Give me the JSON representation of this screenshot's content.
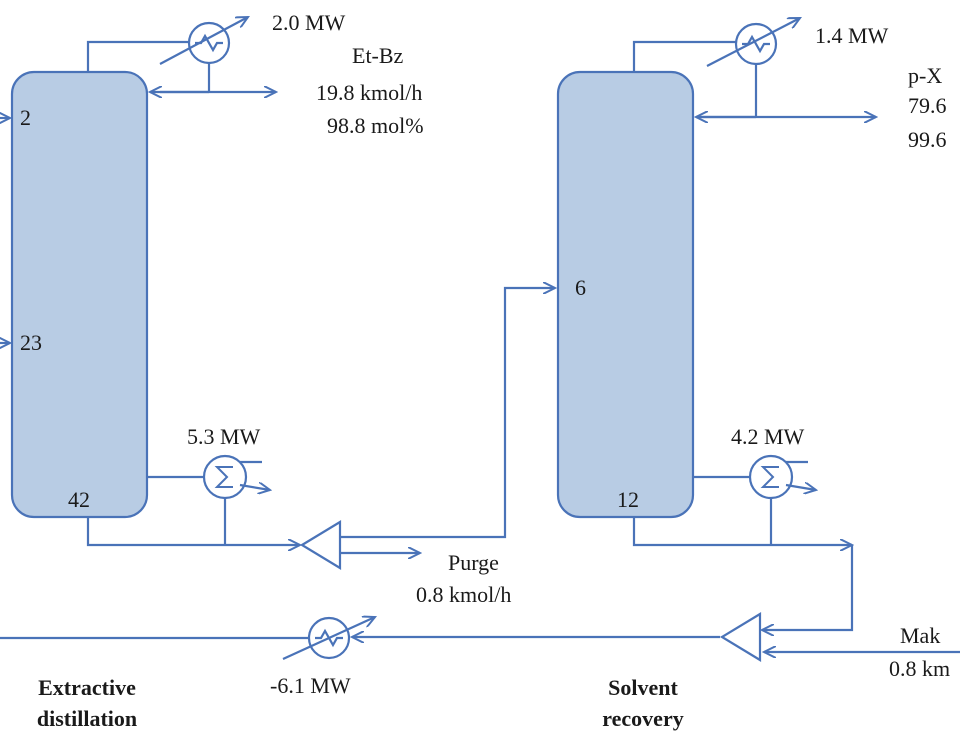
{
  "colors": {
    "stroke": "#4a73b8",
    "column_fill": "#b8cce4",
    "text": "#1a1a1a"
  },
  "column1": {
    "stage_top": "2",
    "stage_mid": "23",
    "stage_bottom": "42",
    "condenser_duty": "2.0 MW",
    "reboiler_duty": "5.3 MW",
    "section_label_line1": "Extractive",
    "section_label_line2": "distillation"
  },
  "distillate1": {
    "name": "Et-Bz",
    "flow": "19.8 kmol/h",
    "purity": "98.8 mol%"
  },
  "column2": {
    "stage_feed": "6",
    "stage_bottom": "12",
    "condenser_duty": "1.4 MW",
    "reboiler_duty": "4.2 MW",
    "section_label_line1": "Solvent",
    "section_label_line2": "recovery"
  },
  "distillate2": {
    "name": "p-X",
    "flow": "79.6",
    "purity": "99.6"
  },
  "purge": {
    "label": "Purge",
    "flow": "0.8 kmol/h"
  },
  "makeup": {
    "label": "Mak",
    "flow": "0.8 km"
  },
  "cooler": {
    "duty": "-6.1 MW"
  },
  "icons": [
    "heat-exchanger-icon",
    "reboiler-icon",
    "splitter-icon",
    "mixer-icon"
  ]
}
